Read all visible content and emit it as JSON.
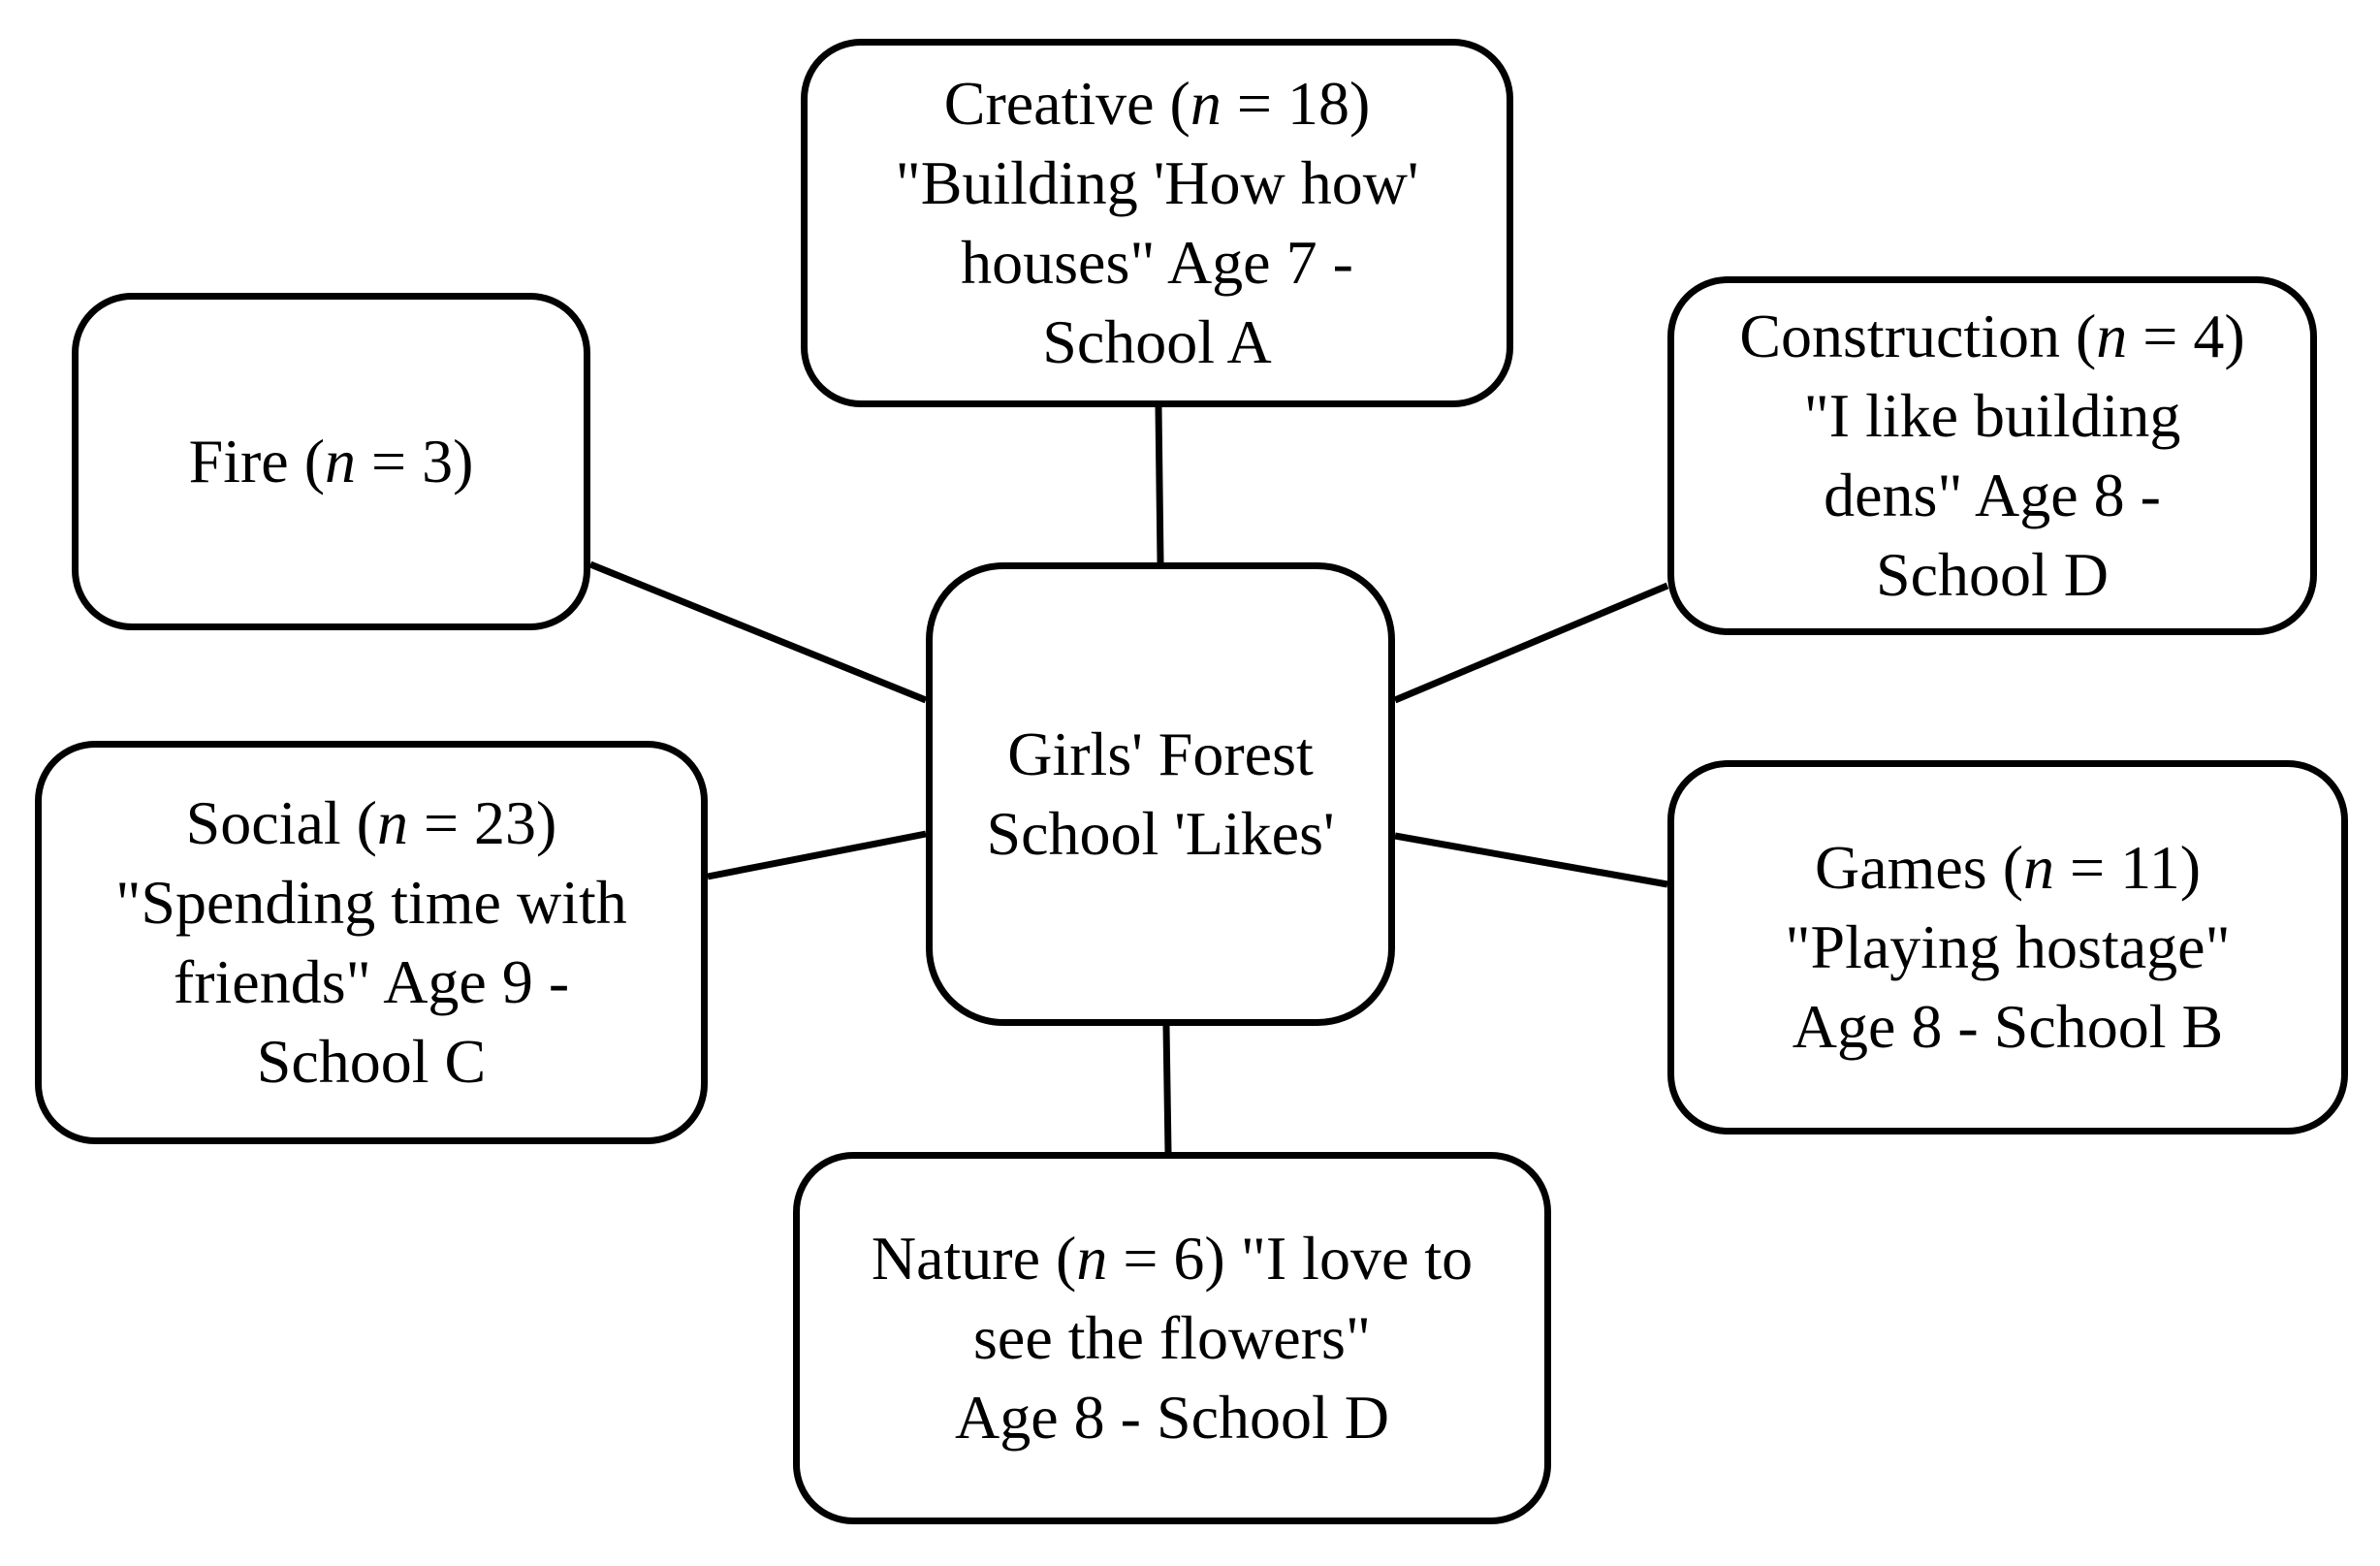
{
  "diagram": {
    "nodes": [
      {
        "id": "center",
        "lines": [
          [
            {
              "t": "Girls' Forest"
            }
          ],
          [
            {
              "t": "School 'Likes'"
            }
          ]
        ]
      },
      {
        "id": "creative",
        "lines": [
          [
            {
              "t": "Creative ("
            },
            {
              "t": "n",
              "i": true
            },
            {
              "t": " = 18)"
            }
          ],
          [
            {
              "t": "\"Building 'How how'"
            }
          ],
          [
            {
              "t": "houses\" Age 7 -"
            }
          ],
          [
            {
              "t": "School A"
            }
          ]
        ]
      },
      {
        "id": "fire",
        "lines": [
          [
            {
              "t": "Fire ("
            },
            {
              "t": "n",
              "i": true
            },
            {
              "t": " = 3)"
            }
          ]
        ]
      },
      {
        "id": "construction",
        "lines": [
          [
            {
              "t": "Construction ("
            },
            {
              "t": "n",
              "i": true
            },
            {
              "t": " = 4)"
            }
          ],
          [
            {
              "t": "\"I like building"
            }
          ],
          [
            {
              "t": "dens\" Age 8 -"
            }
          ],
          [
            {
              "t": "School D"
            }
          ]
        ]
      },
      {
        "id": "social",
        "lines": [
          [
            {
              "t": "Social ("
            },
            {
              "t": "n",
              "i": true
            },
            {
              "t": " = 23)"
            }
          ],
          [
            {
              "t": "\"Spending time with"
            }
          ],
          [
            {
              "t": "friends\" Age 9 -"
            }
          ],
          [
            {
              "t": "School C"
            }
          ]
        ]
      },
      {
        "id": "games",
        "lines": [
          [
            {
              "t": "Games ("
            },
            {
              "t": "n",
              "i": true
            },
            {
              "t": " = 11)"
            }
          ],
          [
            {
              "t": "\"Playing hostage\""
            }
          ],
          [
            {
              "t": "Age 8 - School B"
            }
          ]
        ]
      },
      {
        "id": "nature",
        "lines": [
          [
            {
              "t": "Nature ("
            },
            {
              "t": "n",
              "i": true
            },
            {
              "t": " = 6) \"I love to"
            }
          ],
          [
            {
              "t": "see the flowers\""
            }
          ],
          [
            {
              "t": "Age 8 - School D"
            }
          ]
        ]
      }
    ],
    "edges": [
      {
        "from": "center",
        "to": "creative"
      },
      {
        "from": "center",
        "to": "fire"
      },
      {
        "from": "center",
        "to": "construction"
      },
      {
        "from": "center",
        "to": "social"
      },
      {
        "from": "center",
        "to": "games"
      },
      {
        "from": "center",
        "to": "nature"
      }
    ]
  }
}
